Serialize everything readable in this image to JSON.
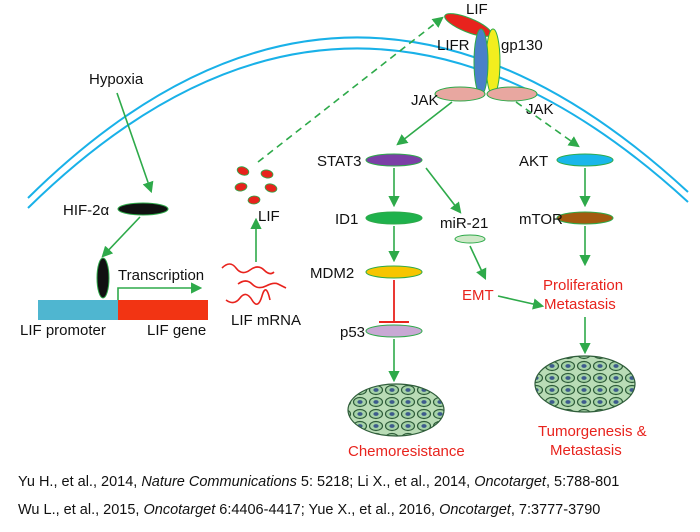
{
  "labels": {
    "lif_top": "LIF",
    "lifr": "LIFR",
    "gp130": "gp130",
    "jak_left": "JAK",
    "jak_right": "JAK",
    "hypoxia": "Hypoxia",
    "hif2a": "HIF-2α",
    "transcription": "Transcription",
    "lif_promoter": "LIF promoter",
    "lif_gene": "LIF gene",
    "lif_mrna": "LIF mRNA",
    "lif_cyto": "LIF",
    "stat3": "STAT3",
    "id1": "ID1",
    "mir21": "miR-21",
    "mdm2": "MDM2",
    "p53": "p53",
    "akt": "AKT",
    "mtor": "mTOR",
    "emt": "EMT",
    "proliferation": "Proliferation",
    "metastasis": "Metastasis",
    "chemoresistance": "Chemoresistance",
    "tumorgenesis": "Tumorgenesis &",
    "metastasis2": "Metastasis"
  },
  "citations": {
    "line1": {
      "a": "Yu H., et al., 2014, ",
      "a_journal": "Nature Communications",
      "a_rest": " 5: 5218;  Li X., et al., 2014, ",
      "b_journal": "Oncotarget",
      "b_rest": ", 5:788-801"
    },
    "line2": {
      "a": "Wu L., et al., 2015, ",
      "a_journal": "Oncotarget",
      "a_rest": " 6:4406-4417; Yue X., et al., 2016, ",
      "b_journal": "Oncotarget",
      "b_rest": ", 7:3777-3790"
    }
  },
  "colors": {
    "membrane": "#19b1e8",
    "arrow": "#2eaa4a",
    "inhibition": "#e8231d",
    "outcome_text": "#e8231d",
    "lif_ligand": "#e8231d",
    "lifr": "#4a80c8",
    "gp130": "#f2ee1e",
    "jak": "#e8a7a0",
    "stat3": "#7b3fa6",
    "id1": "#1fb14c",
    "mir21": "#cfe8c8",
    "mdm2": "#f7c500",
    "p53": "#c8a9d4",
    "akt": "#19b7ea",
    "mtor": "#a35a0f",
    "hif2a": "#111111",
    "promoter": "#4fb6d0",
    "gene": "#f23413",
    "cells": "#9fd0a0"
  }
}
